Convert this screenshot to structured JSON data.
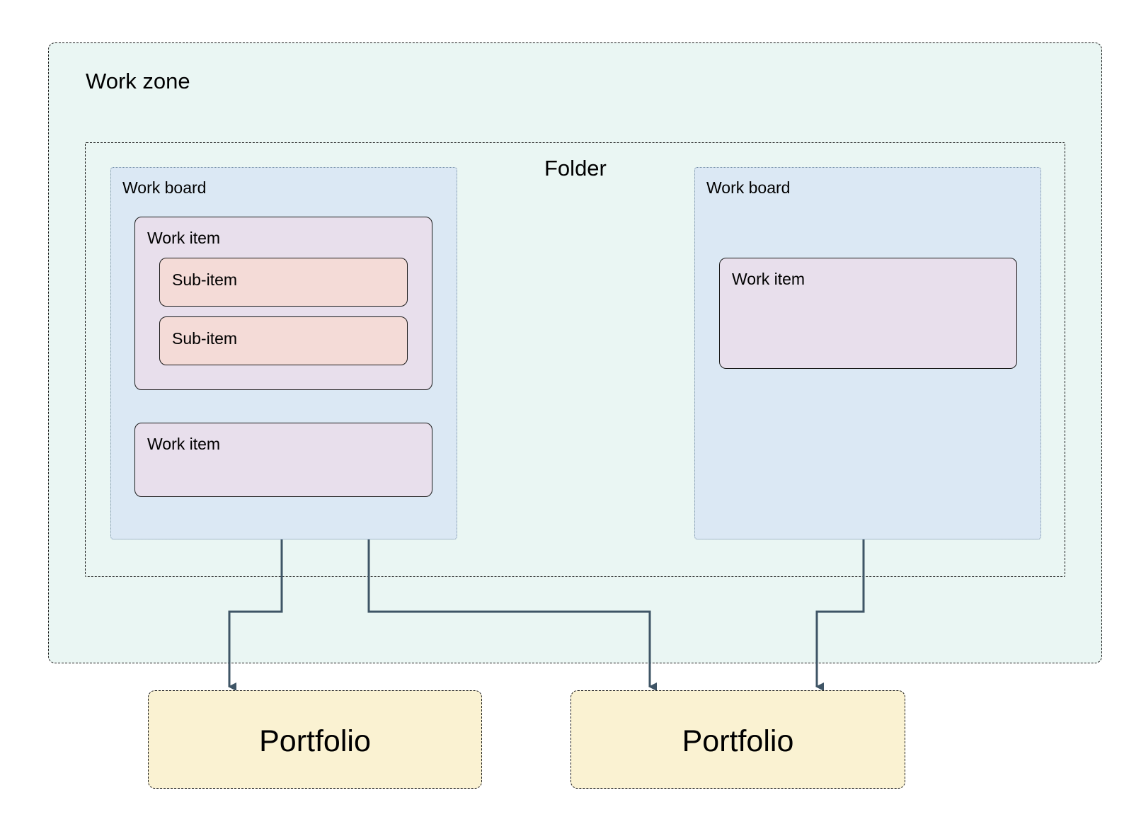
{
  "work_zone": {
    "label": "Work zone",
    "fill": "#eaf6f3"
  },
  "folder": {
    "label": "Folder"
  },
  "boards": [
    {
      "label": "Work board",
      "items": [
        {
          "label": "Work item",
          "subitems": [
            {
              "label": "Sub-item"
            },
            {
              "label": "Sub-item"
            }
          ]
        },
        {
          "label": "Work item"
        }
      ]
    },
    {
      "label": "Work board",
      "items": [
        {
          "label": "Work item"
        }
      ]
    }
  ],
  "portfolios": [
    {
      "label": "Portfolio"
    },
    {
      "label": "Portfolio"
    }
  ],
  "colors": {
    "board": "#dbe8f4",
    "work_item": "#e8dfec",
    "sub_item": "#f4dbd7",
    "portfolio": "#faf2d2",
    "connector": "#3f5566"
  }
}
